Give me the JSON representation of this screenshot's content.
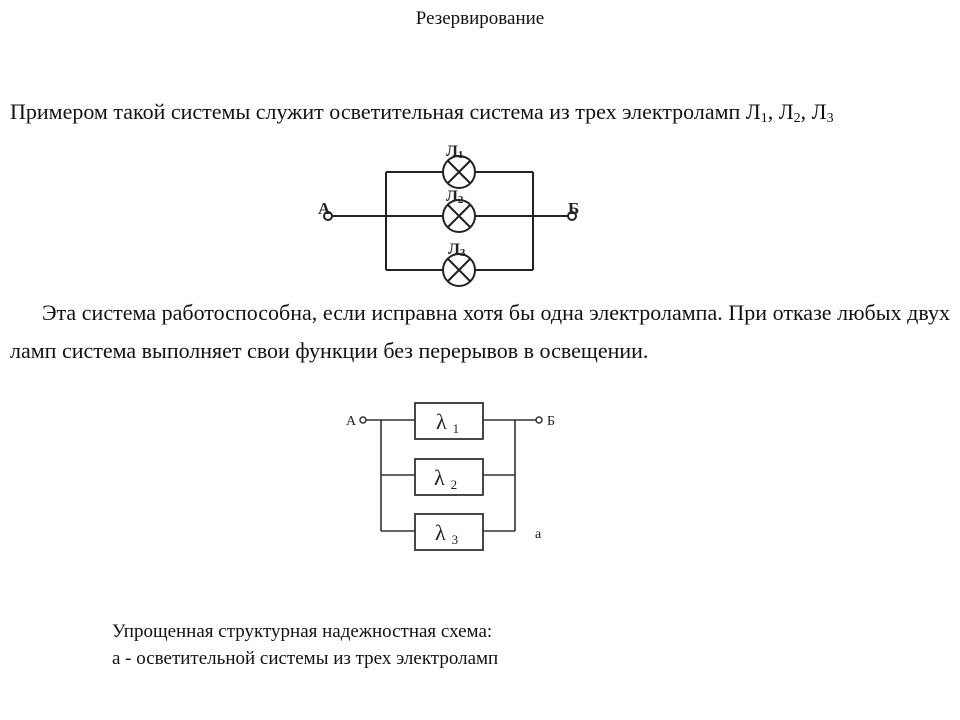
{
  "title": "Резервирование",
  "intro": {
    "text": "Примером такой системы служит осветительная система из трех электроламп",
    "lamp_letter": "Л",
    "lamp_indices": [
      "1",
      "2",
      "3"
    ]
  },
  "paragraph": "Эта система работоспособна, если исправна хотя бы одна электролампа. При отказе любых двух ламп система выполняет свои функции без перерывов в освещении.",
  "lamp_diagram": {
    "node_a": "А",
    "node_b": "Б",
    "lamps": [
      {
        "letter": "Л",
        "index": "1"
      },
      {
        "letter": "Л",
        "index": "2"
      },
      {
        "letter": "Л",
        "index": "3"
      }
    ]
  },
  "reliability_diagram": {
    "node_a": "А",
    "node_b": "Б",
    "label_a": "а",
    "blocks": [
      {
        "symbol": "λ",
        "index": "1"
      },
      {
        "symbol": "λ",
        "index": "2"
      },
      {
        "symbol": "λ",
        "index": "3"
      }
    ]
  },
  "caption": {
    "line1": "Упрощенная структурная надежностная схема:",
    "line2": "а - осветительной системы из трех электроламп"
  }
}
